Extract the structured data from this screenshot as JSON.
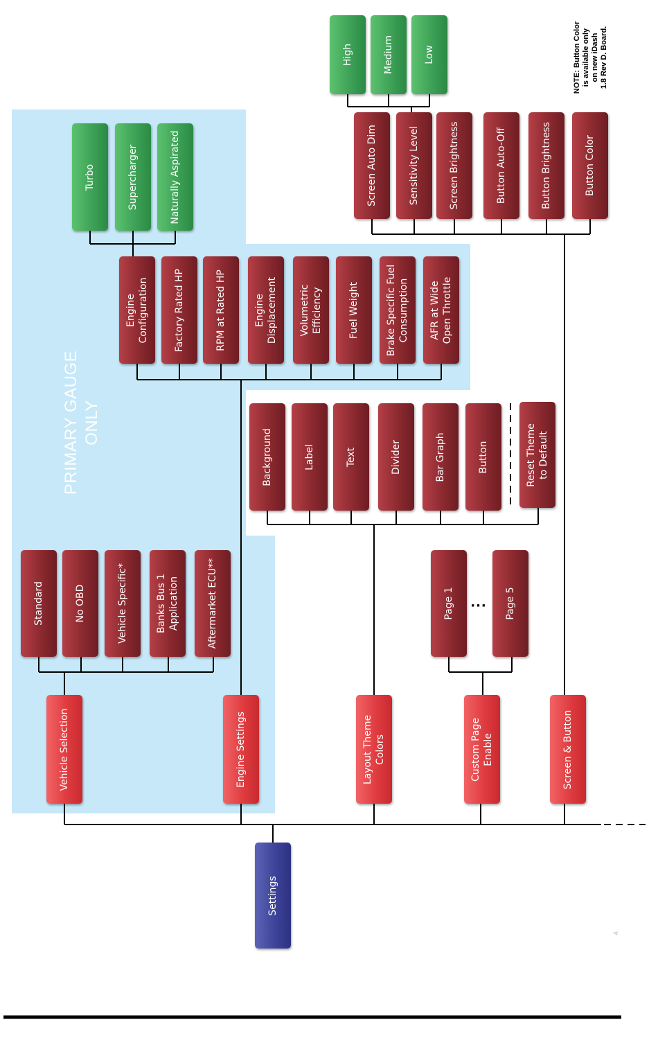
{
  "region": {
    "label": "PRIMARY GAUGE\nONLY"
  },
  "note": "NOTE: Button Color\nis available only\non new iDash\n1.8 Rev D. Board.",
  "settings": "Settings",
  "level1": {
    "vehicle_selection": "Vehicle Selection",
    "engine_settings": "Engine Settings",
    "layout_theme_colors": "Layout Theme\nColors",
    "custom_page_enable": "Custom Page\nEnable",
    "screen_button": "Screen & Button"
  },
  "vehicle_options": [
    "Standard",
    "No OBD",
    "Vehicle Specific*",
    "Banks Bus 1\nApplication",
    "Aftermarket ECU**"
  ],
  "engine_options": [
    "Engine\nConfiguration",
    "Factory Rated HP",
    "RPM at Rated HP",
    "Engine\nDisplacement",
    "Volumetric\nEfficiency",
    "Fuel Weight",
    "Brake Specific Fuel\nConsumption",
    "AFR at Wide\nOpen Throttle"
  ],
  "engine_config_options": [
    "Turbo",
    "Supercharger",
    "Naturally Aspirated"
  ],
  "theme_options": [
    "Background",
    "Label",
    "Text",
    "Divider",
    "Bar Graph",
    "Button",
    "Reset Theme\nto Default"
  ],
  "pages": {
    "first": "Page 1",
    "ellipsis": "...",
    "last": "Page 5"
  },
  "screen_options": [
    "Screen Auto Dim",
    "Sensitivity Level",
    "Screen Brightness",
    "Button Auto-Off",
    "Button Brightness",
    "Button Color"
  ],
  "sensitivity_options": [
    "High",
    "Medium",
    "Low"
  ],
  "page_number": "4",
  "colors": {
    "option_box": "#8c2a30",
    "category_box": "#e03c40",
    "leaf_box": "#3ea257",
    "root_box": "#3e4499",
    "highlight_region": "#c6e8f8"
  }
}
